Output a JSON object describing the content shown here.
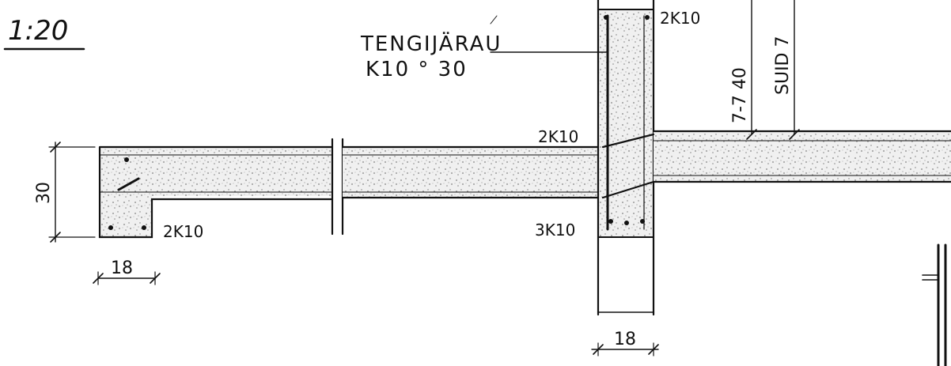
{
  "scale_label": "1:20",
  "rebar_note": {
    "line1": "TENGIJÄRAU",
    "line2": "K10 ° 30"
  },
  "labels": {
    "beam_left_bottom_bars": "2K10",
    "column_top_bars": "2K10",
    "slab_top_bars": "2K10",
    "slab_bottom_bars": "3K10",
    "wall_label": "7-7 40",
    "wall_label_2": "SUID 7"
  },
  "dimensions": {
    "slab_thickness": "30",
    "beam_width": "18",
    "column_width": "18"
  },
  "colors": {
    "ink": "#111111",
    "concrete": "#d8d8d8"
  }
}
